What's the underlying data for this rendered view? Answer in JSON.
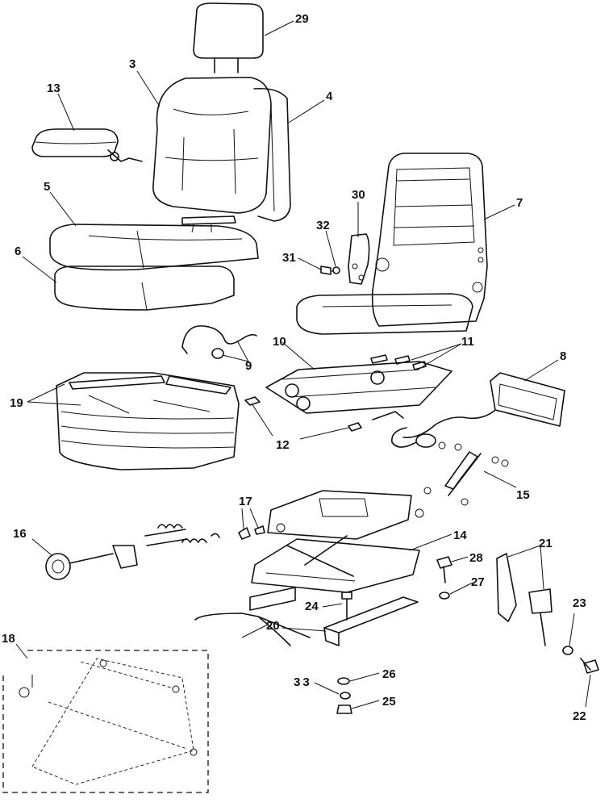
{
  "callouts": [
    "29",
    "3",
    "4",
    "13",
    "5",
    "6",
    "7",
    "30",
    "32",
    "31",
    "9",
    "10",
    "11",
    "8",
    "19",
    "12",
    "15",
    "17",
    "16",
    "14",
    "28",
    "27",
    "24",
    "21",
    "20",
    "23",
    "18",
    "26",
    "33",
    "25",
    "22"
  ]
}
